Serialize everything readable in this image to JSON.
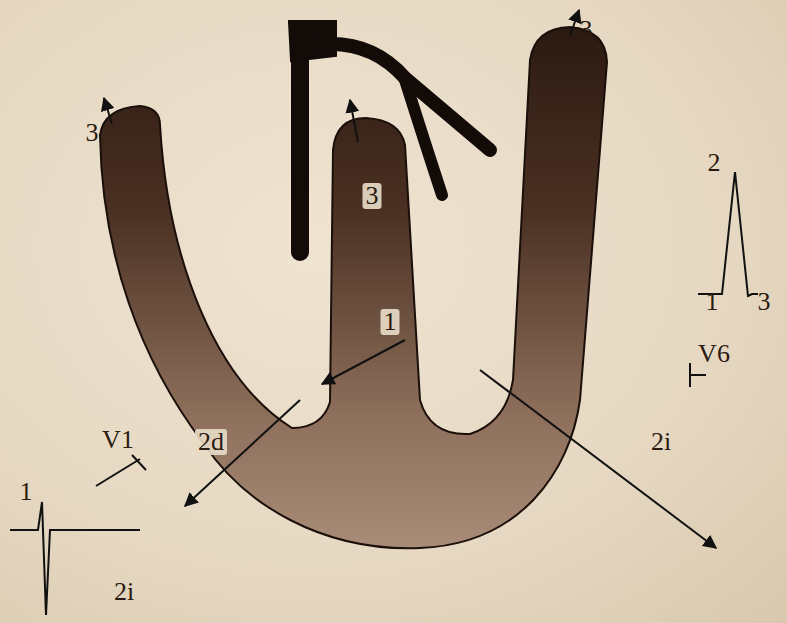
{
  "diagram": {
    "labels": [
      "3",
      "3",
      "2",
      "3",
      "1",
      "3",
      "1",
      "V6",
      "V1",
      "2d",
      "2i",
      "1",
      "2i"
    ]
  }
}
